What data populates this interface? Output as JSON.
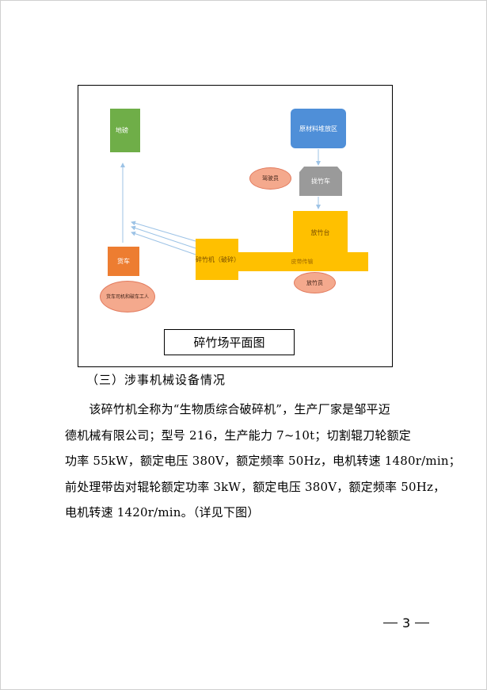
{
  "diagram": {
    "caption": "碎竹场平面图",
    "nodes": {
      "landfill": "地磅",
      "raw_material_area": "原材料堆放区",
      "driver": "驾驶员",
      "bamboo_truck": "拢竹车",
      "bamboo_platform": "放竹台",
      "conveyor": "皮带传输",
      "crusher": "碎竹机（破碎）",
      "loader": "放竹员",
      "truck": "货车",
      "truck_driver": "货车司机和破车工人"
    },
    "colors": {
      "green": "#6fae48",
      "blue": "#4f8fd8",
      "gray": "#9a9a9a",
      "yellow": "#ffc000",
      "orange": "#ed7d31",
      "salmon": "#f4a98d",
      "arrow": "#9dc3e6"
    }
  },
  "section": {
    "heading": "（三）涉事机械设备情况",
    "paragraph_lines": [
      "　　该碎竹机全称为“生物质综合破碎机”，生产厂家是邹平迈",
      "德机械有限公司；型号 216，生产能力 7~10t；切割辊刀轮额定",
      "功率 55kW，额定电压 380V，额定频率 50Hz，电机转速 1480r/min；",
      "前处理带齿对辊轮额定功率 3kW，额定电压 380V，额定频率 50Hz，",
      "电机转速 1420r/min。（详见下图）"
    ]
  },
  "footer": {
    "page_number": "3"
  }
}
